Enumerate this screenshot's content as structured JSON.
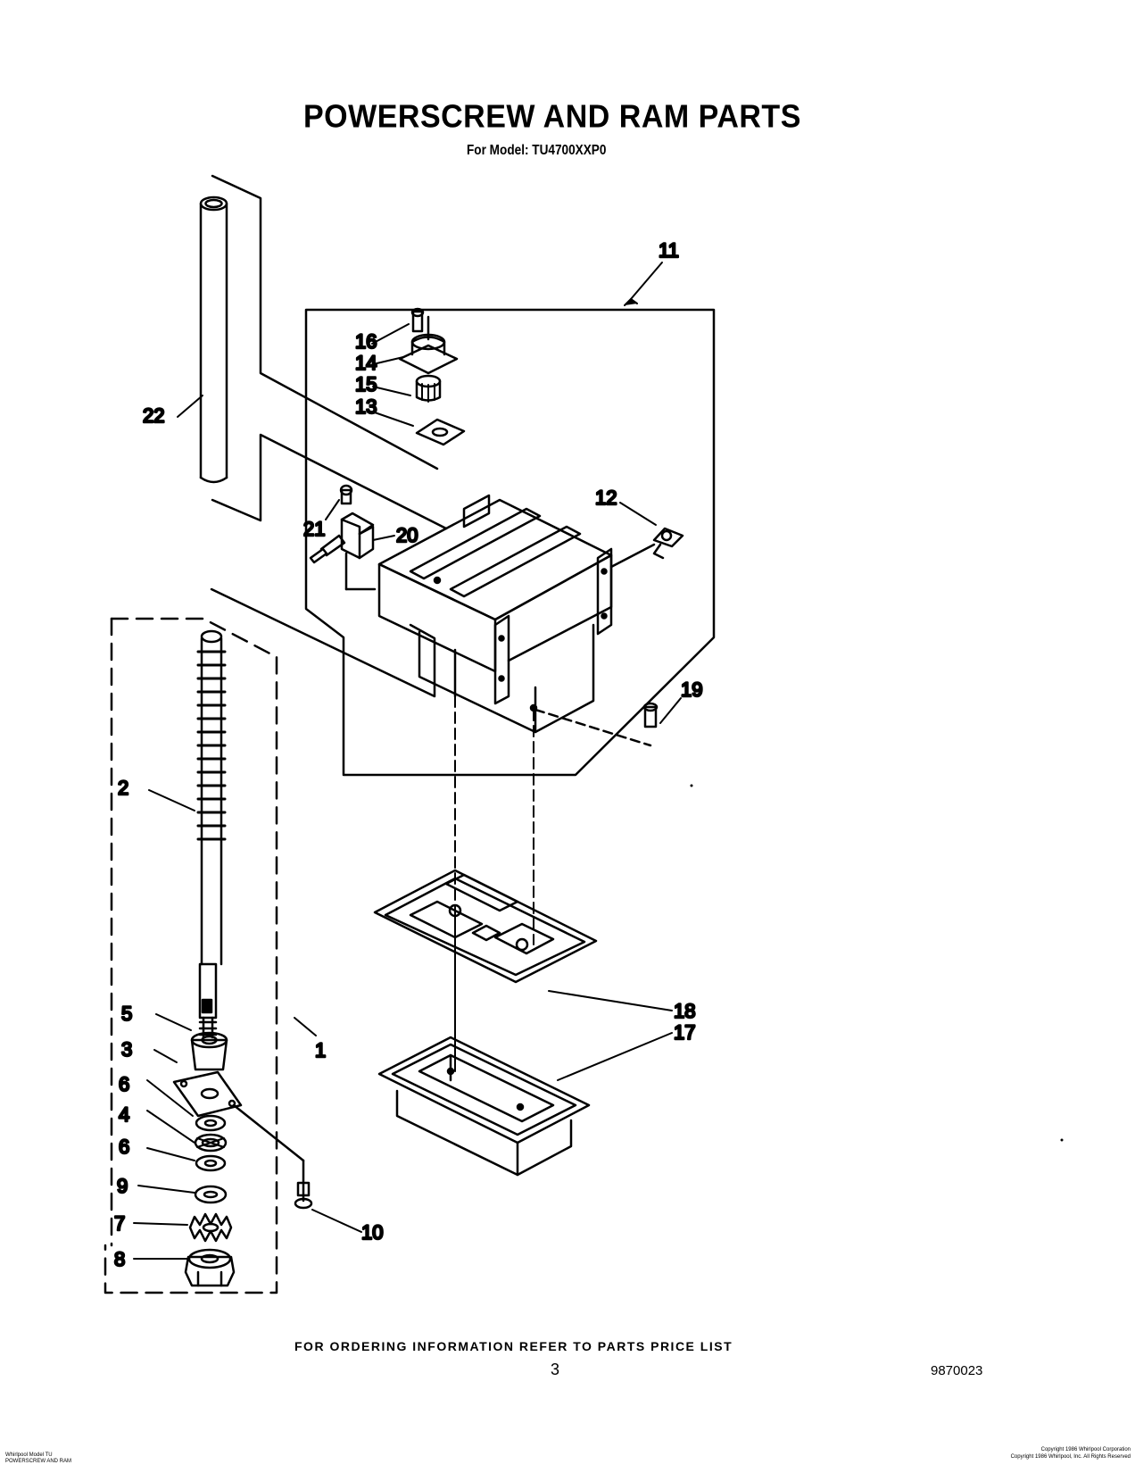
{
  "header": {
    "title": "POWERSCREW AND RAM PARTS",
    "subtitle": "For Model: TU4700XXP0"
  },
  "callouts": {
    "c1": "1",
    "c2": "2",
    "c3": "3",
    "c4": "4",
    "c5": "5",
    "c6a": "6",
    "c6b": "6",
    "c7": "7",
    "c8": "8",
    "c9": "9",
    "c10": "10",
    "c11": "11",
    "c12": "12",
    "c13": "13",
    "c14": "14",
    "c15": "15",
    "c16": "16",
    "c17": "17",
    "c18": "18",
    "c19": "19",
    "c20": "20",
    "c21": "21",
    "c22": "22"
  },
  "footer": {
    "ordering_note": "FOR ORDERING INFORMATION REFER TO PARTS PRICE LIST",
    "page_number": "3",
    "document_number": "9870023",
    "fine_print_left": [
      "Whirlpool Model TU",
      "POWERSCREW AND RAM"
    ],
    "fine_print_right": [
      "Copyright 1986 Whirlpool Corporation",
      "Copyright 1986 Whirlpool, Inc. All Rights Reserved"
    ]
  }
}
